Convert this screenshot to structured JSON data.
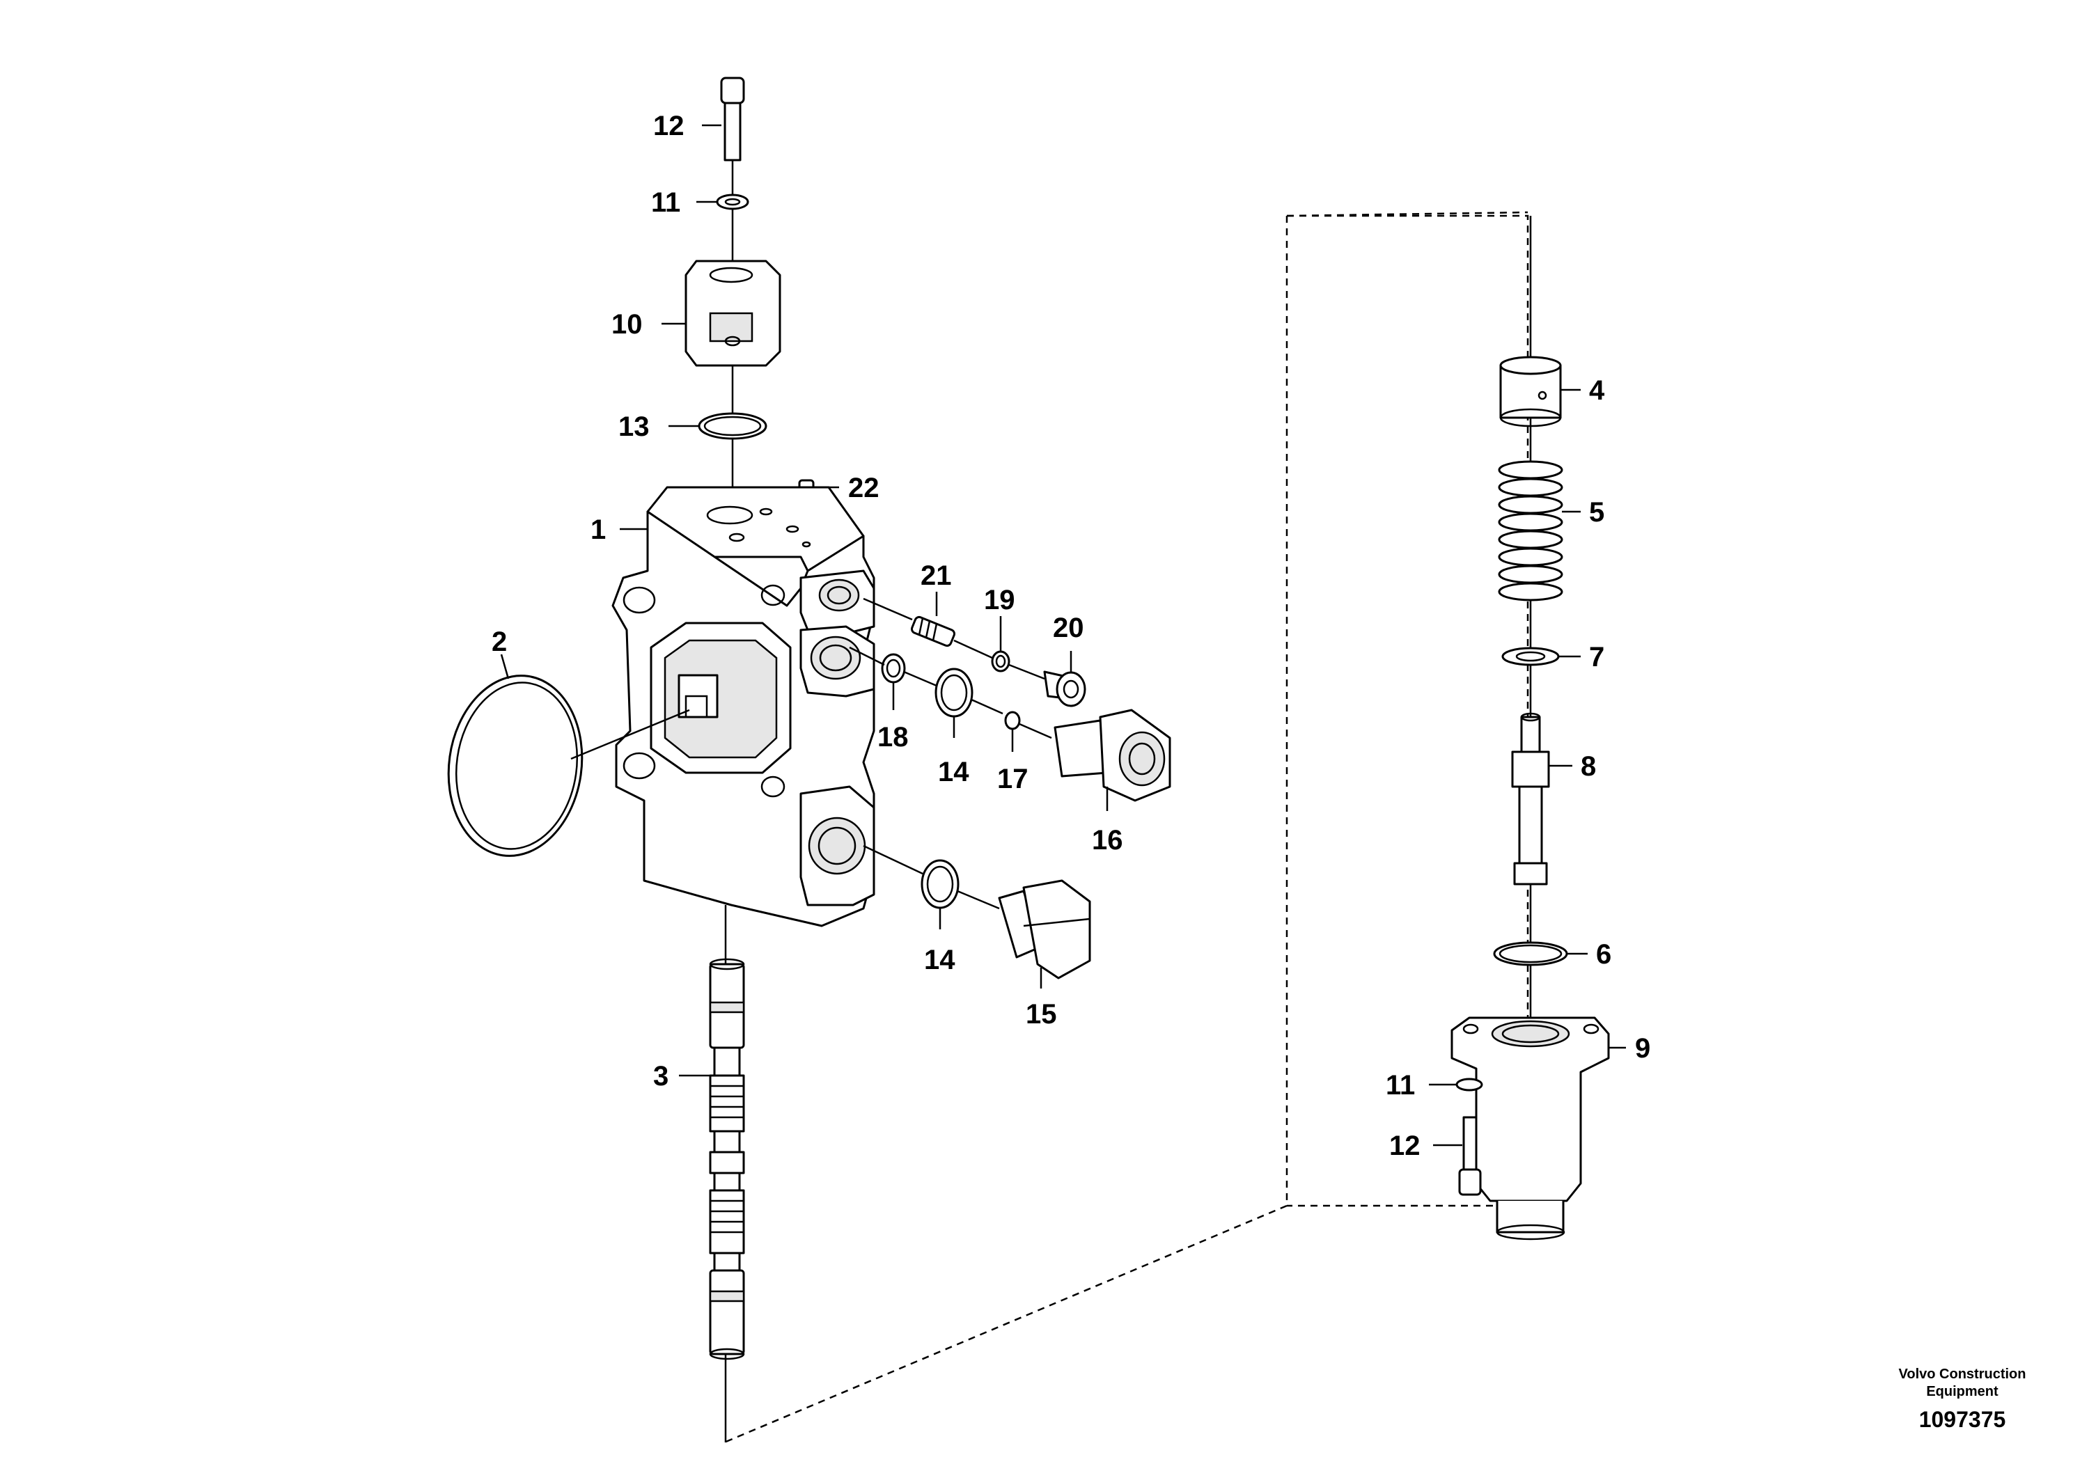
{
  "diagram": {
    "callouts": {
      "c1": "1",
      "c2": "2",
      "c3": "3",
      "c4": "4",
      "c5": "5",
      "c6": "6",
      "c7": "7",
      "c8": "8",
      "c9": "9",
      "c10": "10",
      "c11_top": "11",
      "c11_bottom": "11",
      "c12_top": "12",
      "c12_bottom": "12",
      "c13": "13",
      "c14_upper": "14",
      "c14_lower": "14",
      "c15": "15",
      "c16": "16",
      "c17": "17",
      "c18": "18",
      "c19": "19",
      "c20": "20",
      "c21": "21",
      "c22": "22"
    }
  },
  "footer": {
    "brand_line1": "Volvo Construction",
    "brand_line2": "Equipment",
    "doc_number": "1097375"
  }
}
